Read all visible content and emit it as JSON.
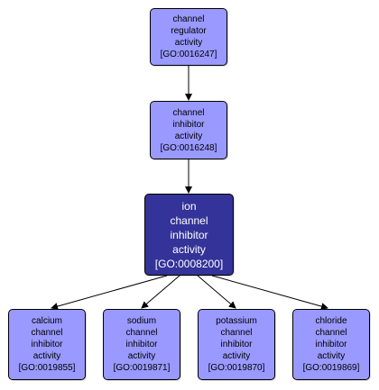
{
  "colors": {
    "node_fill": "#9999ff",
    "focus_fill": "#333399",
    "focus_text": "#ffffff",
    "edge": "#000000"
  },
  "nodes": {
    "regulator": {
      "lines": [
        "channel",
        "regulator",
        "activity"
      ],
      "id": "[GO:0016247]"
    },
    "inhibitor": {
      "lines": [
        "channel",
        "inhibitor",
        "activity"
      ],
      "id": "[GO:0016248]"
    },
    "ion": {
      "lines": [
        "ion",
        "channel",
        "inhibitor",
        "activity"
      ],
      "id": "[GO:0008200]"
    },
    "calcium": {
      "lines": [
        "calcium",
        "channel",
        "inhibitor",
        "activity"
      ],
      "id": "[GO:0019855]"
    },
    "sodium": {
      "lines": [
        "sodium",
        "channel",
        "inhibitor",
        "activity"
      ],
      "id": "[GO:0019871]"
    },
    "potassium": {
      "lines": [
        "potassium",
        "channel",
        "inhibitor",
        "activity"
      ],
      "id": "[GO:0019870]"
    },
    "chloride": {
      "lines": [
        "chloride",
        "channel",
        "inhibitor",
        "activity"
      ],
      "id": "[GO:0019869]"
    }
  }
}
